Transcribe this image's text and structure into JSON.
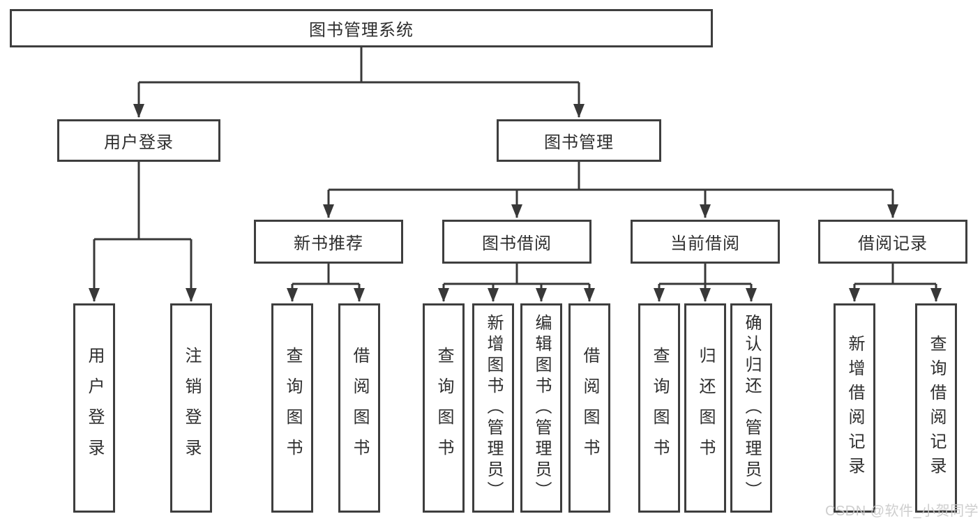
{
  "tree": {
    "label": "图书管理系统",
    "children": [
      {
        "label": "用户登录",
        "children": [
          {
            "label": "用户登录"
          },
          {
            "label": "注销登录"
          }
        ]
      },
      {
        "label": "图书管理",
        "children": [
          {
            "label": "新书推荐",
            "children": [
              {
                "label": "查询图书"
              },
              {
                "label": "借阅图书"
              }
            ]
          },
          {
            "label": "图书借阅",
            "children": [
              {
                "label": "查询图书"
              },
              {
                "label": "新增图书（管理员）"
              },
              {
                "label": "编辑图书（管理员）"
              },
              {
                "label": "借阅图书"
              }
            ]
          },
          {
            "label": "当前借阅",
            "children": [
              {
                "label": "查询图书"
              },
              {
                "label": "归还图书"
              },
              {
                "label": "确认归还（管理员）"
              }
            ]
          },
          {
            "label": "借阅记录",
            "children": [
              {
                "label": "新增借阅记录"
              },
              {
                "label": "查询借阅记录"
              }
            ]
          }
        ]
      }
    ]
  },
  "watermark": {
    "text": "CSDN @软件_小贺同学"
  },
  "colors": {
    "line": "#383838",
    "border": "#3e3e3e",
    "text": "#2e2e2e",
    "background": "#ffffff",
    "watermark": "#c9c9c9"
  }
}
